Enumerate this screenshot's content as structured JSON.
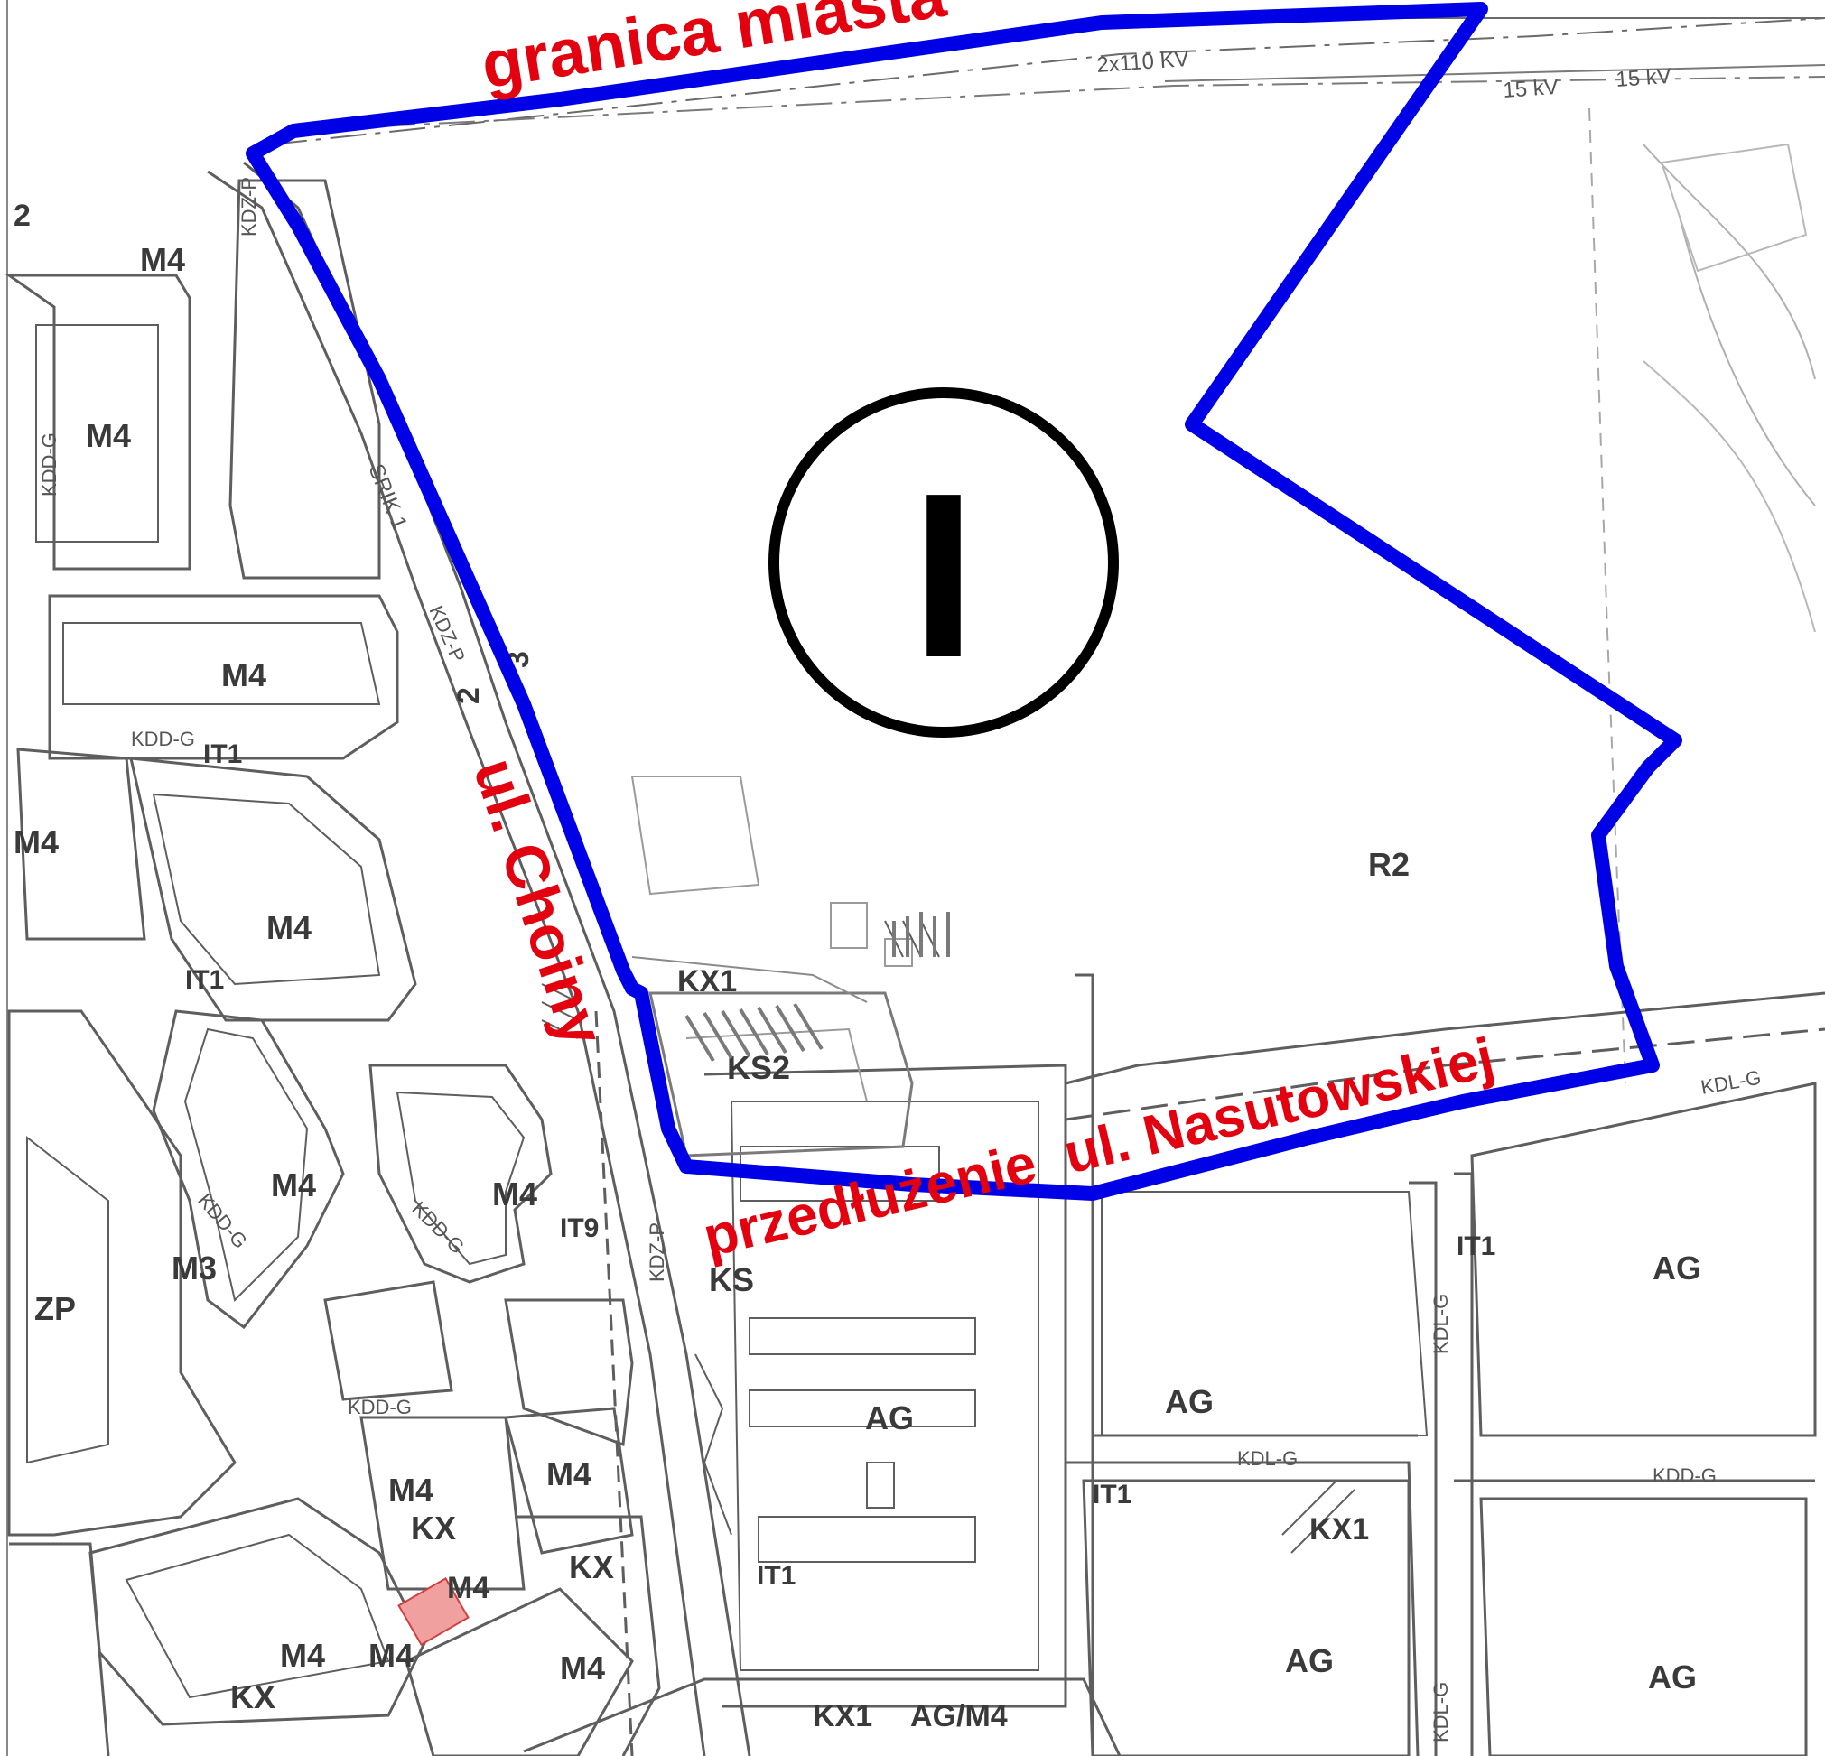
{
  "map": {
    "boundary_color": "#0000e6",
    "label_color": "#e3000f",
    "labels": {
      "city_boundary": "granica miasta",
      "street_choiny": "ul. Choiny",
      "street_nasutowskiej": "przedłużenie  ul. Nasutowskiej",
      "area_marker": "I"
    },
    "zones": {
      "z_m4_a": "M4",
      "z_m4_b": "M4",
      "z_m4_c": "M4",
      "z_m4_d": "M4",
      "z_m4_e": "M4",
      "z_m4_f": "M4",
      "z_m4_g": "M4",
      "z_m4_h": "M4",
      "z_m4_i": "M4",
      "z_m4_j": "M4",
      "z_m4_k": "M4",
      "z_m4_l": "M4",
      "z_m4_m": "M4",
      "z_m3": "M3",
      "z_zp": "ZP",
      "z_r2": "R2",
      "z_kx1_a": "KX1",
      "z_kx1_b": "KX1",
      "z_kx1_c": "KX1",
      "z_ks2": "KS2",
      "z_ks": "KS",
      "z_ag_a": "AG",
      "z_ag_b": "AG",
      "z_ag_c": "AG",
      "z_ag_d": "AG",
      "z_ag_e": "AG",
      "z_agm4": "AG/M4",
      "z_it1_a": "IT1",
      "z_it1_b": "IT1",
      "z_it1_c": "IT1",
      "z_it1_d": "IT1",
      "z_it1_e": "IT1",
      "z_it9": "IT9",
      "z_kx_a": "KX",
      "z_kx_b": "KX",
      "z_kx_c": "KX",
      "z_srik": "SRIK 1",
      "z_kdz_p_a": "KDZ-P",
      "z_kdz_p_b": "KDZ-P",
      "z_kdz_p_c": "KDZ-P",
      "z_kdd_g_a": "KDD-G",
      "z_kdd_g_b": "KDD-G",
      "z_kdd_g_c": "KDD-G",
      "z_kdd_g_d": "KDD-G",
      "z_kdd_g_e": "KDD-G",
      "z_kdd_g_f": "KDD-G",
      "z_kdl_g_a": "KDL-G",
      "z_kdl_g_b": "KDL-G",
      "z_kdl_g_c": "KDL-G",
      "z_kdl_g_d": "KDL-G",
      "z_kv_a": "2x110 KV",
      "z_kv_b": "15 kV",
      "z_kv_c": "15 kV",
      "z_num_3": "3",
      "z_num_2": "2",
      "z_num_23": "2"
    }
  }
}
